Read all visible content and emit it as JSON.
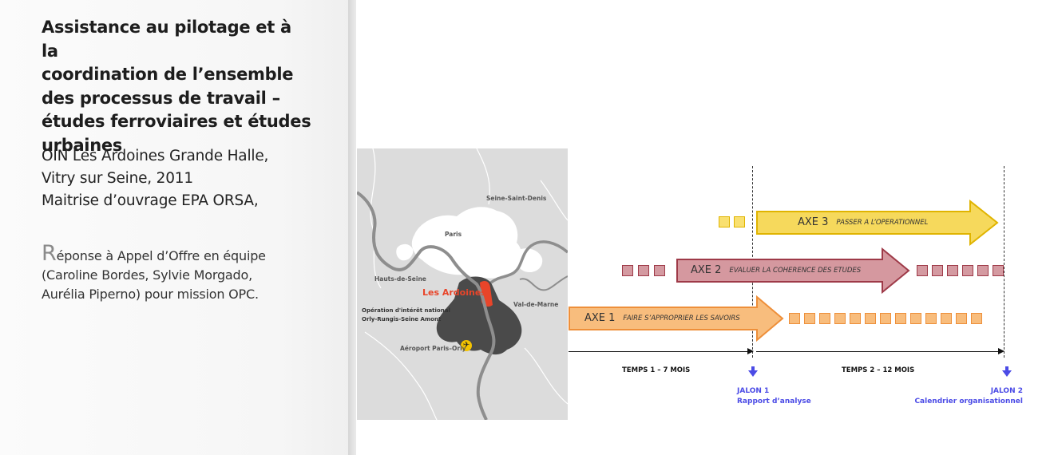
{
  "left": {
    "title_lines": [
      "Assistance au pilotage et à la",
      "coordination de l’ensemble",
      "des processus de travail –",
      "études ferroviaires et études",
      "urbaines"
    ],
    "info_lines": [
      "OIN Les Ardoines Grande Halle,",
      "Vitry sur Seine, 2011",
      "Maitrise d’ouvrage EPA ORSA,"
    ],
    "response": {
      "initial": "R",
      "rest": "éponse à Appel d’Offre en équipe (Caroline Bordes, Sylvie Morgado, Aurélia Piperno) pour mission OPC."
    }
  },
  "map": {
    "labels": {
      "seine_saint_denis": "Seine-Saint-Denis",
      "paris": "Paris",
      "hauts_de_seine": "Hauts-de-Seine",
      "les_ardoines": "Les Ardoines",
      "val_de_marne": "Val-de-Marne",
      "operation_line1": "Opération d'intérêt national",
      "operation_line2": "Orly-Rungis-Seine Amont",
      "airport": "Aéroport Paris–Orly"
    },
    "colors": {
      "background": "#dcdcdc",
      "paris": "#ffffff",
      "oin_area": "#4a4a4a",
      "highlight": "#e8452a",
      "river": "#8e8e8e"
    },
    "airport_icon": "airplane-icon"
  },
  "timeline": {
    "axes": [
      {
        "name": "AXE 3",
        "subtitle": "PASSER A L’OPERATIONNEL",
        "color": "#f6d95c",
        "border": "#e0b400",
        "squares_before": 2,
        "squares_after": 0
      },
      {
        "name": "AXE 2",
        "subtitle": "EVALUER LA COHERENCE DES ETUDES",
        "color": "#d5989f",
        "border": "#9e3a48",
        "squares_before": 3,
        "squares_after": 6
      },
      {
        "name": "AXE 1",
        "subtitle": "FAIRE S’APPROPRIER LES SAVOIRS",
        "color": "#f8bd7d",
        "border": "#ee8f3a",
        "squares_before": 0,
        "squares_after": 13
      }
    ],
    "periods": [
      {
        "label": "TEMPS 1 – 7 MOIS"
      },
      {
        "label": "TEMPS 2 – 12 MOIS"
      }
    ],
    "milestones": [
      {
        "title": "JALON 1",
        "subtitle": "Rapport d’analyse",
        "icon": "arrow-down-icon"
      },
      {
        "title": "JALON 2",
        "subtitle": "Calendrier organisationnel",
        "icon": "arrow-down-icon"
      }
    ],
    "milestone_color": "#4b4be6"
  }
}
